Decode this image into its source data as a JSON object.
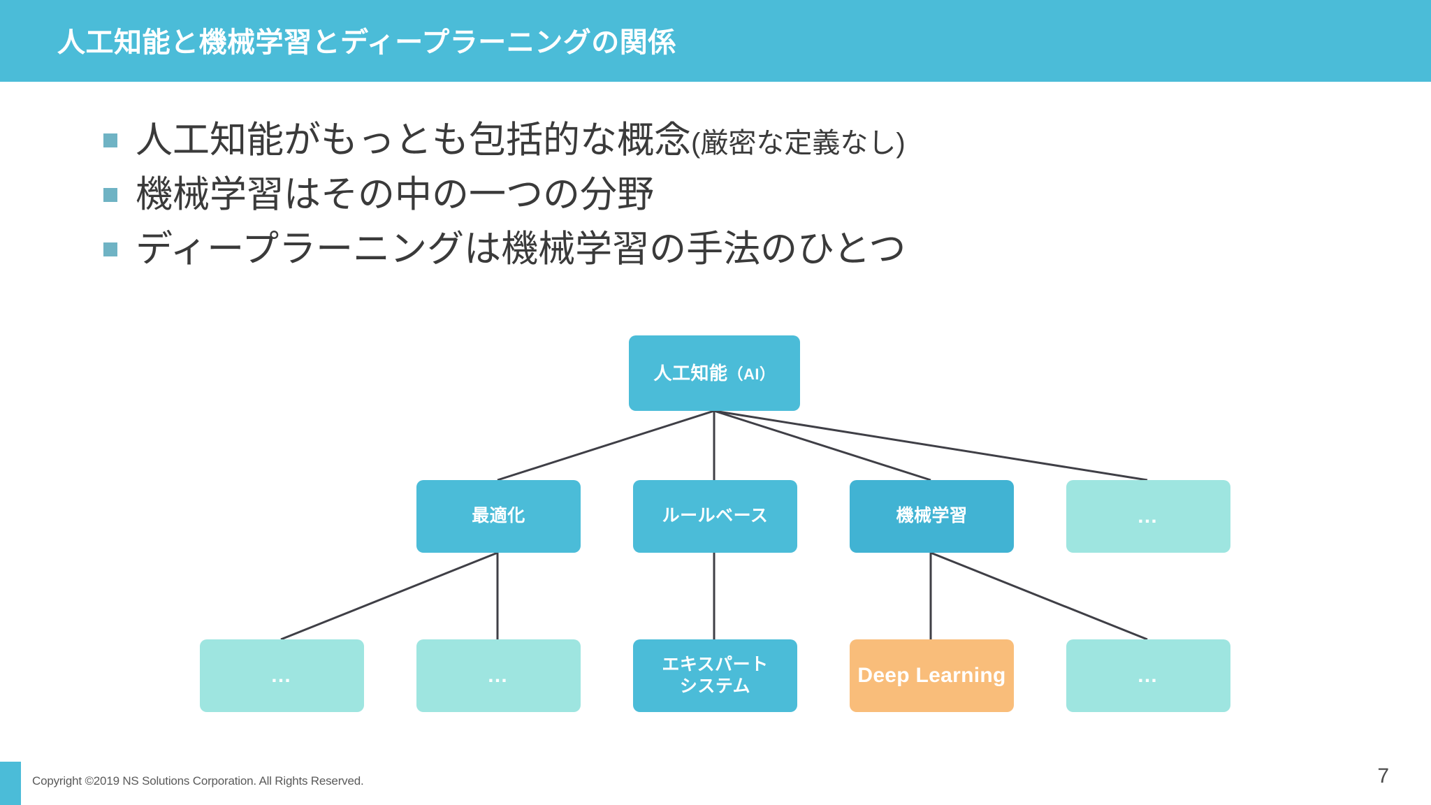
{
  "slide": {
    "title": "人工知能と機械学習とディープラーニングの関係",
    "title_band_color": "#4bbcd8",
    "background_color": "#ffffff",
    "page_number": "7"
  },
  "bullets": [
    {
      "main": "人工知能がもっとも包括的な概念",
      "paren": "(厳密な定義なし)"
    },
    {
      "main": "機械学習はその中の一つの分野",
      "paren": ""
    },
    {
      "main": "ディープラーニングは機械学習の手法のひとつ",
      "paren": ""
    }
  ],
  "bullet_marker_color": "#6fb3c4",
  "diagram": {
    "colors": {
      "primary": "#4bbcd8",
      "primary_deep": "#41b3d3",
      "light": "#9ee5e0",
      "orange": "#f9bd7a",
      "edge": "#3f3f46"
    },
    "nodes": [
      {
        "id": "ai",
        "label": "人工知能",
        "suffix": "（AI）",
        "style": "primary"
      },
      {
        "id": "opt",
        "label": "最適化",
        "suffix": "",
        "style": "primary"
      },
      {
        "id": "rule",
        "label": "ルールベース",
        "suffix": "",
        "style": "primary"
      },
      {
        "id": "ml",
        "label": "機械学習",
        "suffix": "",
        "style": "primary_deep"
      },
      {
        "id": "ai-other",
        "label": "…",
        "suffix": "",
        "style": "light"
      },
      {
        "id": "opt-c1",
        "label": "…",
        "suffix": "",
        "style": "light"
      },
      {
        "id": "opt-c2",
        "label": "…",
        "suffix": "",
        "style": "light"
      },
      {
        "id": "expert",
        "label1": "エキスパート",
        "label2": "システム",
        "suffix": "",
        "style": "primary"
      },
      {
        "id": "dl",
        "label": "Deep Learning",
        "suffix": "",
        "style": "orange"
      },
      {
        "id": "ml-other",
        "label": "…",
        "suffix": "",
        "style": "light"
      }
    ]
  },
  "footer": {
    "copyright": "Copyright ©2019 NS Solutions Corporation. All Rights Reserved."
  }
}
